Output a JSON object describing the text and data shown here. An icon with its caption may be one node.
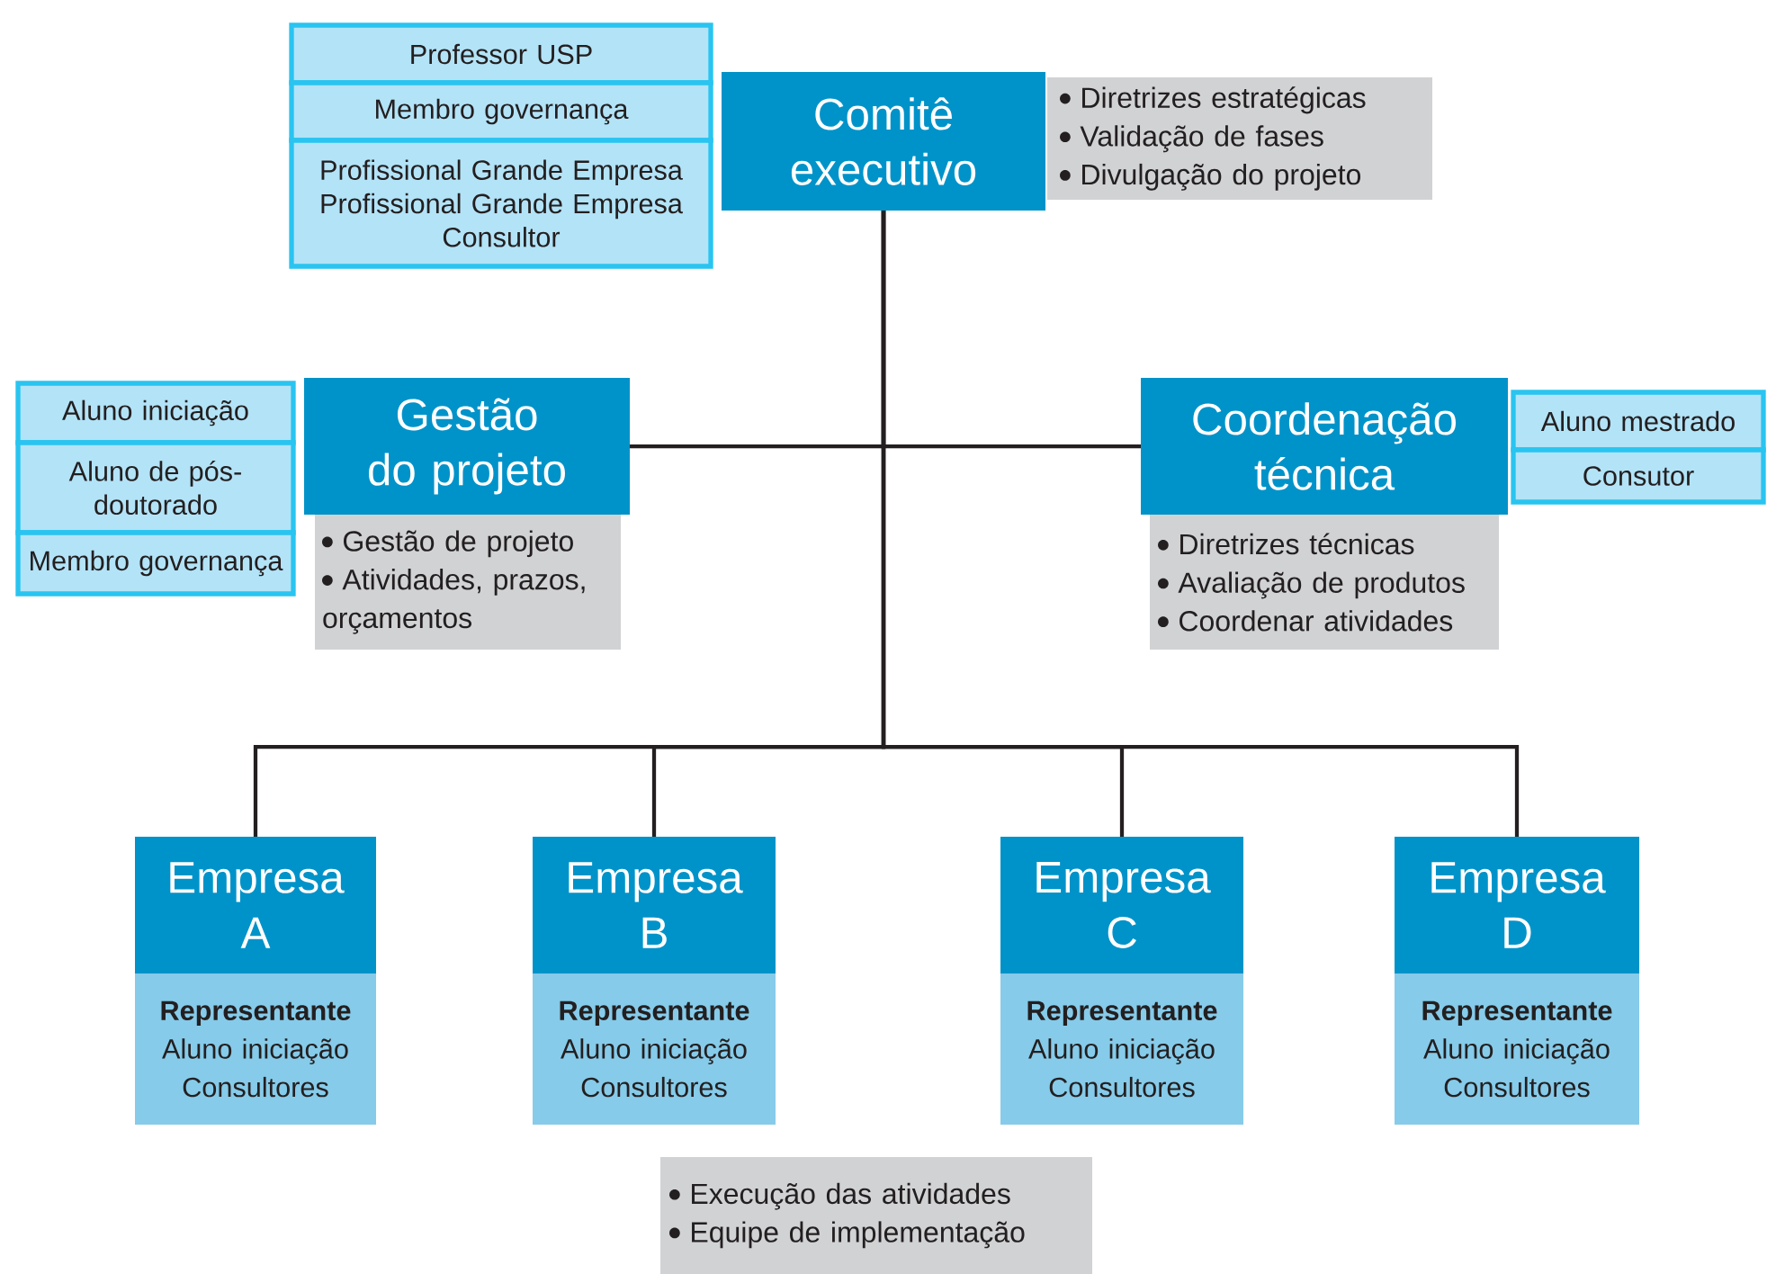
{
  "diagram": {
    "nodes": [
      {
        "text": [
          "Comitê executivo"
        ]
      },
      {
        "text": [
          "Diretrizes estratégicas",
          "Validação de fases",
          "Divulgação do projeto"
        ]
      },
      {
        "text": [
          "Professor USP"
        ]
      },
      {
        "text": [
          "Membro governança"
        ]
      },
      {
        "text": [
          "Profissional Grande Empresa",
          "Profissional Grande Empresa",
          "Consultor"
        ]
      },
      {
        "text": [
          "Gestão do projeto"
        ]
      },
      {
        "text": [
          "Gestão de projeto",
          "Atividades, prazos, orçamentos"
        ]
      },
      {
        "text": [
          "Aluno iniciação"
        ]
      },
      {
        "text": [
          "Aluno de pós-doutorado"
        ]
      },
      {
        "text": [
          "Membro governança"
        ]
      },
      {
        "text": [
          "Coordenação técnica"
        ]
      },
      {
        "text": [
          "Diretrizes técnicas",
          "Avaliação de produtos",
          "Coordenar atividades"
        ]
      },
      {
        "text": [
          "Aluno mestrado"
        ]
      },
      {
        "text": [
          "Consutor"
        ]
      },
      {
        "text": [
          "Empresa A",
          "Representante",
          "Aluno iniciação",
          "Consultores"
        ]
      },
      {
        "text": [
          "Empresa B",
          "Representante",
          "Aluno iniciação",
          "Consultores"
        ]
      },
      {
        "text": [
          "Empresa C",
          "Representante",
          "Aluno iniciação",
          "Consultores"
        ]
      },
      {
        "text": [
          "Empresa D",
          "Representante",
          "Aluno iniciação",
          "Consultores"
        ]
      },
      {
        "text": [
          "Execução das atividades",
          "Equipe de implementação"
        ]
      }
    ],
    "edges": [
      {
        "from": 0,
        "to": 5,
        "arrow": "none"
      },
      {
        "from": 0,
        "to": 10,
        "arrow": "none"
      },
      {
        "from": 0,
        "to": 14,
        "arrow": "none"
      },
      {
        "from": 0,
        "to": 15,
        "arrow": "none"
      },
      {
        "from": 0,
        "to": 16,
        "arrow": "none"
      },
      {
        "from": 0,
        "to": 17,
        "arrow": "none"
      }
    ]
  }
}
